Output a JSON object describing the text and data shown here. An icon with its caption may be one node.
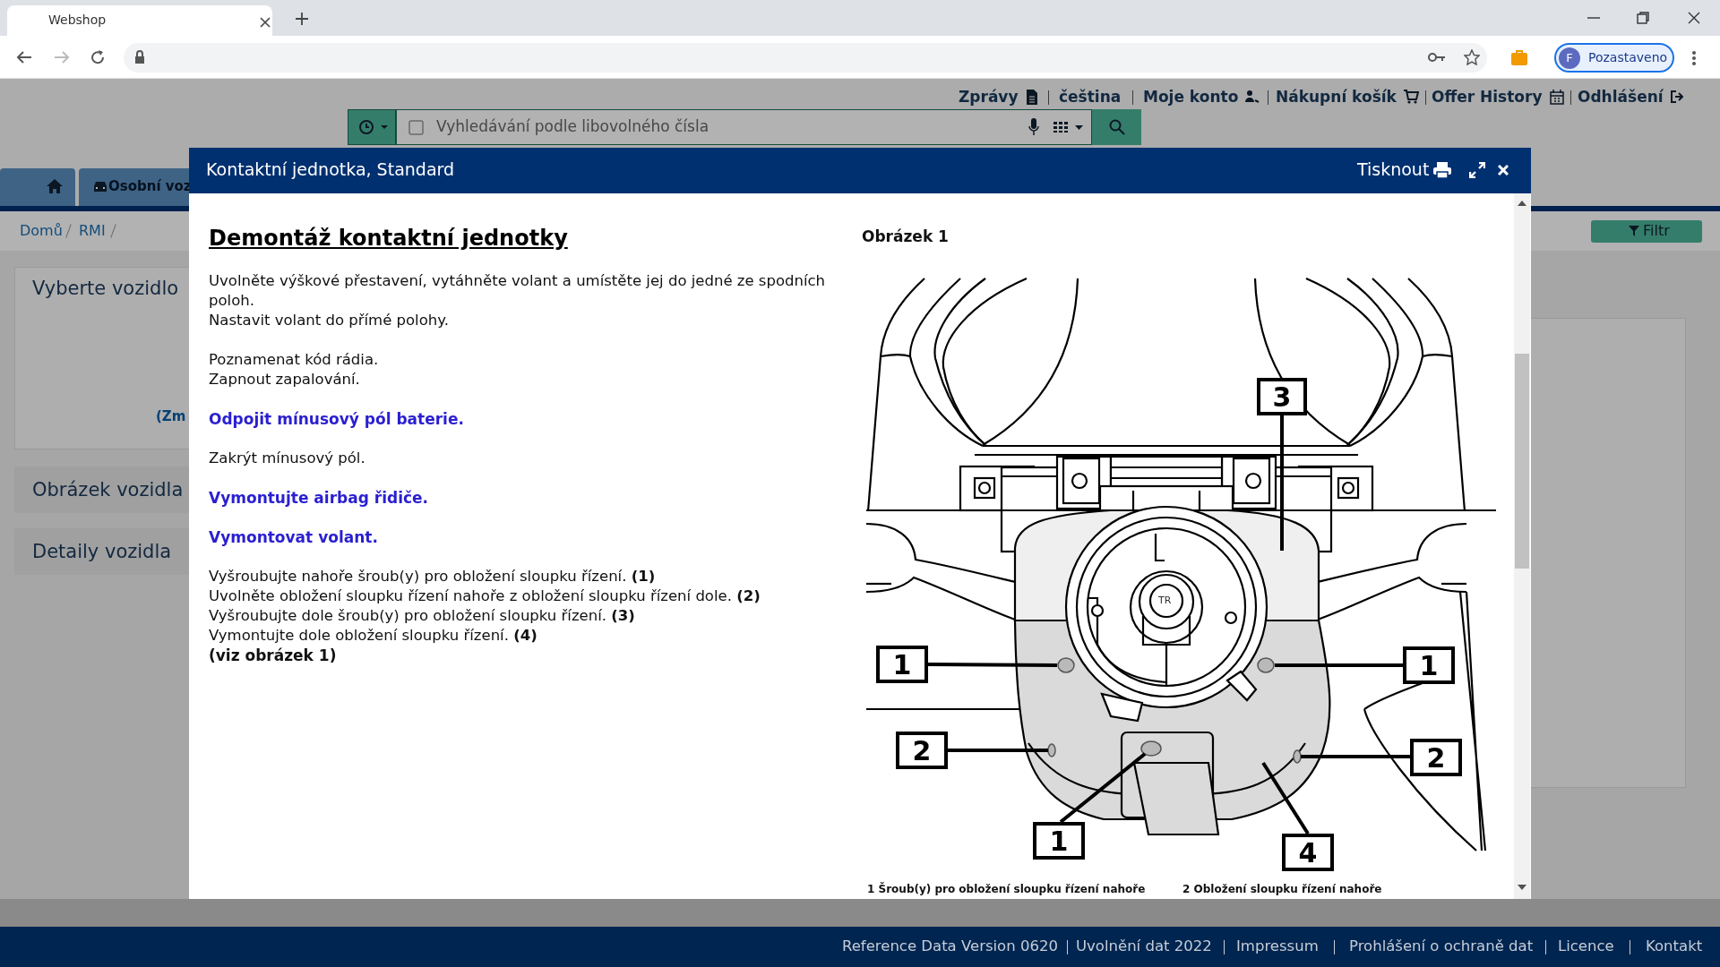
{
  "diagram": {
    "title": "Demontáž kontaktní jednotky",
    "nodes": [
      {
        "text": [
          "3"
        ]
      },
      {
        "text": [
          "1"
        ]
      },
      {
        "text": [
          "1"
        ]
      },
      {
        "text": [
          "2"
        ]
      },
      {
        "text": [
          "2"
        ]
      },
      {
        "text": [
          "1"
        ]
      },
      {
        "text": [
          "4"
        ]
      }
    ],
    "edges": [
      {
        "from": 0,
        "to": null,
        "arrow": "none"
      },
      {
        "from": 1,
        "to": null,
        "arrow": "none"
      },
      {
        "from": 2,
        "to": null,
        "arrow": "none"
      },
      {
        "from": 3,
        "to": null,
        "arrow": "none"
      },
      {
        "from": 4,
        "to": null,
        "arrow": "none"
      },
      {
        "from": 5,
        "to": null,
        "arrow": "none"
      },
      {
        "from": 6,
        "to": null,
        "arrow": "none"
      }
    ],
    "labels": [
      "Webshop",
      "Zprávy",
      "čeština",
      "Moje konto",
      "Nákupní košík",
      "Offer History",
      "Odhlášení",
      "F",
      "Pozastaveno",
      "Vyhledávání podle libovolného čísla",
      "Osobní voz",
      "Domů",
      "RMI",
      "Filtr",
      "Vyberte vozidlo",
      "(Zm",
      "Obrázek vozidla",
      "Detaily vozidla",
      "Kontaktní jednotka, Standard",
      "Tisknout",
      "Uvolněte výškové přestavení, vytáhněte volant a umístěte jej do jedné ze spodních poloh.",
      "Nastavit volant do přímé polohy.",
      "Poznamenat kód rádia.",
      "Zapnout zapalování.",
      "Odpojit mínusový pól baterie.",
      "Zakrýt mínusový pól.",
      "Vymontujte airbag řidiče.",
      "Vymontovat volant.",
      "Vyšroubujte nahoře šroub(y) pro obložení sloupku řízení. **(1)**",
      "Uvolněte obložení sloupku řízení nahoře z obložení sloupku řízení dole. **(2)**",
      "Vyšroubujte dole šroub(y) pro obložení sloupku řízení. **(3)**",
      "Vymontujte dole obložení sloupku řízení. **(4)**",
      "(viz obrázek 1)",
      "Obrázek 1",
      "TR",
      "1 Šroub(y) pro obložení sloupku řízení nahoře",
      "2 Obložení sloupku řízení nahoře",
      "Reference Data Version 0620",
      "Uvolnění dat 2022",
      "Impressum",
      "Prohlášení o ochraně dat",
      "Licence",
      "Kontakt"
    ]
  }
}
